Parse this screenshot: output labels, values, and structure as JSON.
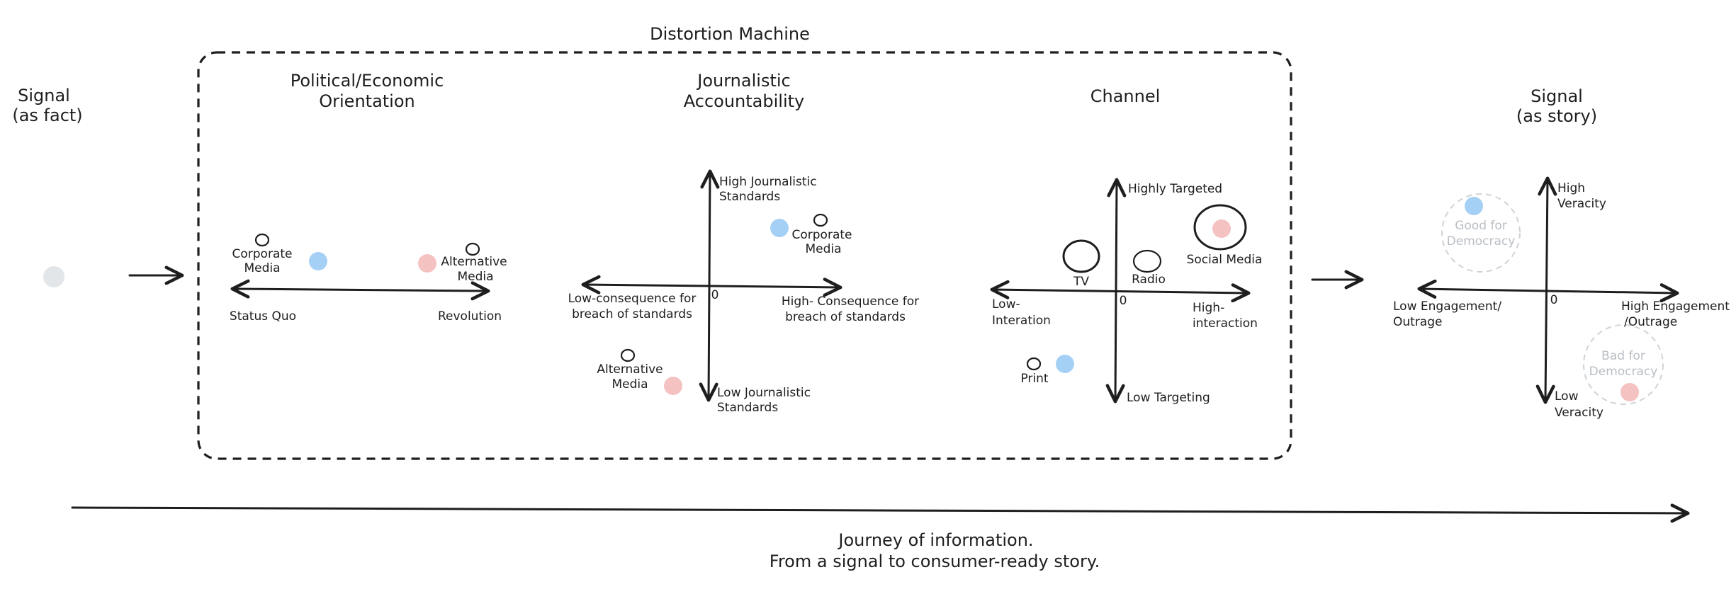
{
  "colors": {
    "ink": "#1e1e1e",
    "blue_dot": "#a5d0f5",
    "pink_dot": "#f5c2c2",
    "gray_dot": "#e3e6e9",
    "faint_text": "#b9bec4",
    "dashed_faint": "#cfd3d7"
  },
  "signal_fact": {
    "line1": "Signal",
    "line2": "(as fact)"
  },
  "signal_story": {
    "line1": "Signal",
    "line2": "(as story)"
  },
  "machine": {
    "title": "Distortion Machine"
  },
  "political": {
    "title_line1": "Political/Economic",
    "title_line2": "Orientation",
    "left_label": "Status Quo",
    "right_label": "Revolution",
    "corporate_line1": "Corporate",
    "corporate_line2": "Media",
    "alternative_line1": "Alternative",
    "alternative_line2": "Media"
  },
  "journalistic": {
    "title_line1": "Journalistic",
    "title_line2": "Accountability",
    "top_line1": "High Journalistic",
    "top_line2": "Standards",
    "bottom_line1": "Low Journalistic",
    "bottom_line2": "Standards",
    "left_line1": "Low-consequence for",
    "left_line2": "breach of standards",
    "right_line1": "High- Consequence for",
    "right_line2": "breach of standards",
    "origin": "0",
    "corporate_line1": "Corporate",
    "corporate_line2": "Media",
    "alternative_line1": "Alternative",
    "alternative_line2": "Media"
  },
  "channel": {
    "title": "Channel",
    "top": "Highly Targeted",
    "bottom": "Low Targeting",
    "left_line1": "Low-",
    "left_line2": "Interation",
    "right_line1": "High-",
    "right_line2": "interaction",
    "origin": "0",
    "tv": "TV",
    "radio": "Radio",
    "social": "Social Media",
    "print": "Print"
  },
  "story_chart": {
    "top_line1": "High",
    "top_line2": "Veracity",
    "bottom_line1": "Low",
    "bottom_line2": "Veracity",
    "left_line1": "Low Engagement/",
    "left_line2": "Outrage",
    "right_line1": "High Engagement",
    "right_line2": "/Outrage",
    "origin": "0",
    "good_line1": "Good for",
    "good_line2": "Democracy",
    "bad_line1": "Bad for",
    "bad_line2": "Democracy"
  },
  "journey": {
    "line1": "Journey of information.",
    "line2": "From a signal to consumer-ready story."
  }
}
